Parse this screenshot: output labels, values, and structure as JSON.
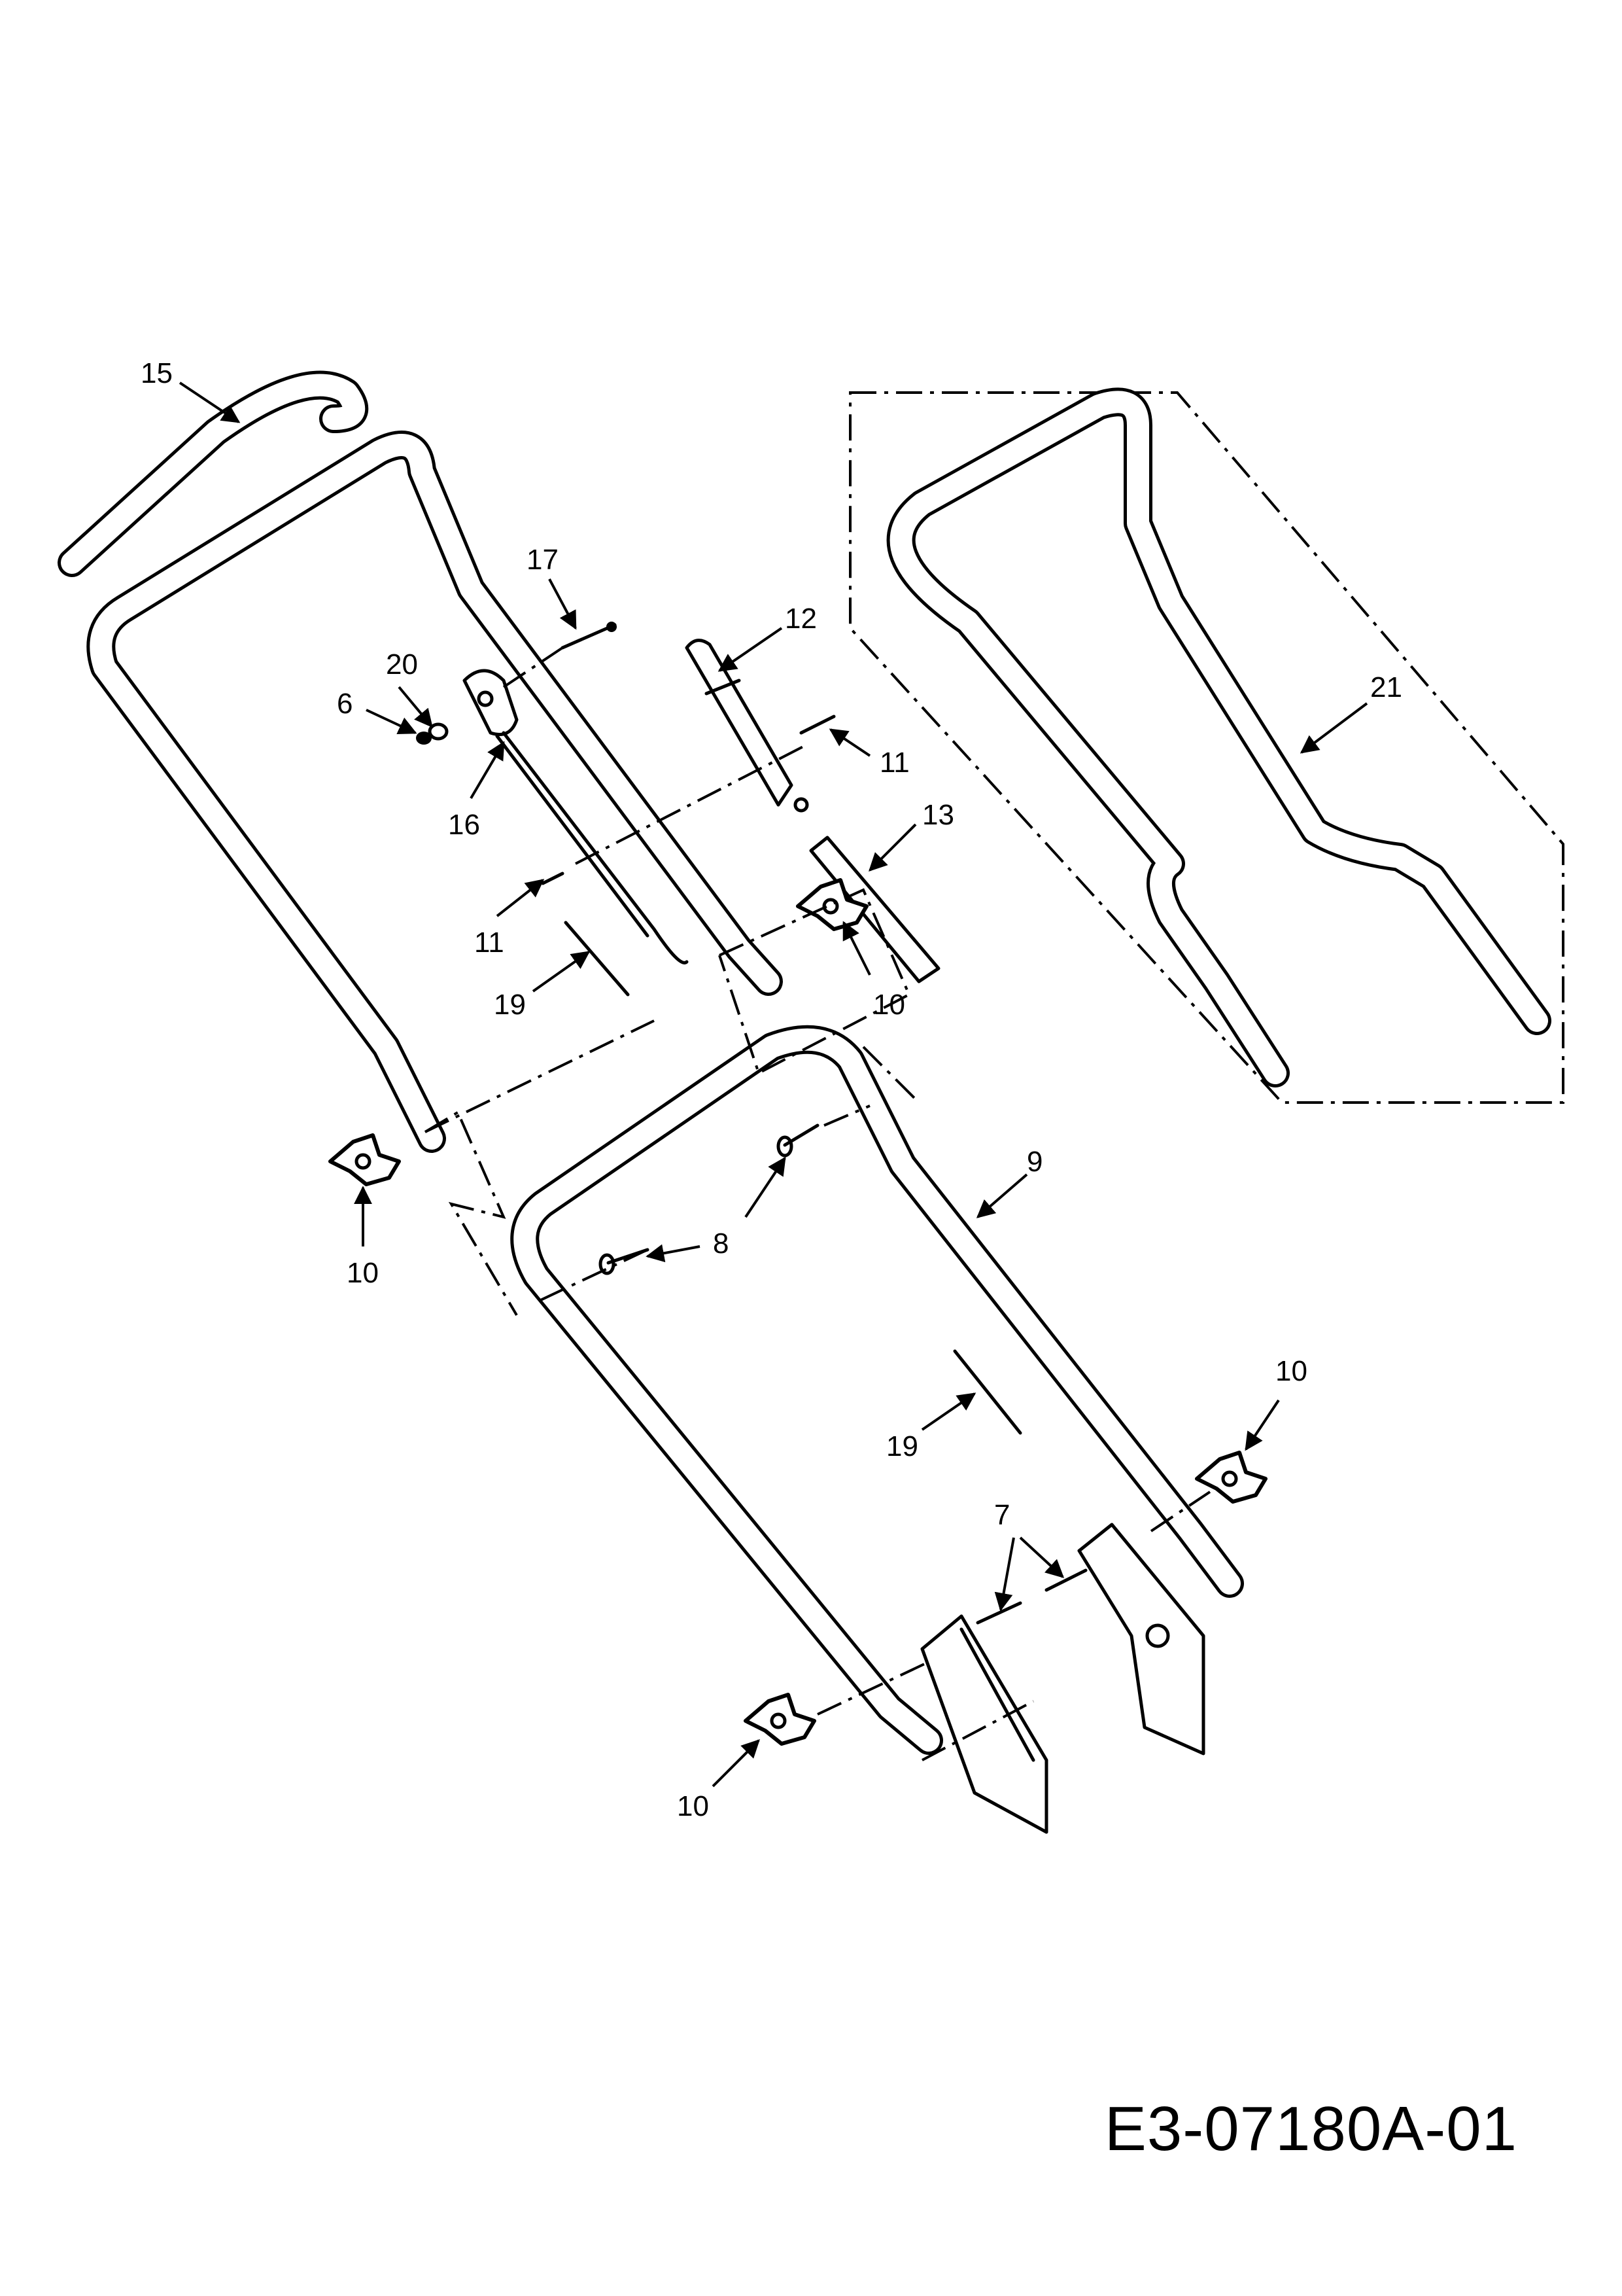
{
  "callouts": {
    "c15": "15",
    "c17": "17",
    "c12": "12",
    "c20": "20",
    "c6": "6",
    "c21": "21",
    "c11a": "11",
    "c16": "16",
    "c13": "13",
    "c11b": "11",
    "c19a": "19",
    "c10a": "10",
    "c9": "9",
    "c10b": "10",
    "c8": "8",
    "c10c": "10",
    "c19b": "19",
    "c7": "7",
    "c10d": "10"
  },
  "drawing_number": "E3-07180A-01"
}
